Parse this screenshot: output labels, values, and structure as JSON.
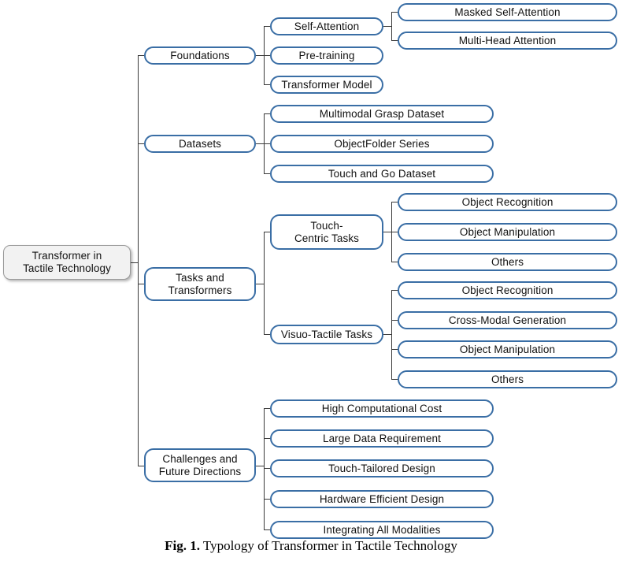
{
  "figure": {
    "caption_label": "Fig. 1.",
    "caption_text": " Typology of Transformer in Tactile Technology"
  },
  "colors": {
    "node_border": "#3a6ea5",
    "root_border": "#9a9a9a",
    "root_fill": "#f2f2f2",
    "node_fill": "#ffffff",
    "connector": "#3a3a3a",
    "text": "#111111"
  },
  "tree": {
    "root": {
      "label": "Transformer in\nTactile Technology"
    },
    "branches": [
      {
        "label": "Foundations",
        "children": [
          {
            "label": "Self-Attention",
            "children": [
              {
                "label": "Masked Self-Attention"
              },
              {
                "label": "Multi-Head Attention"
              }
            ]
          },
          {
            "label": "Pre-training",
            "children": []
          },
          {
            "label": "Transformer Model",
            "children": []
          }
        ]
      },
      {
        "label": "Datasets",
        "children": [
          {
            "label": "Multimodal Grasp Dataset",
            "children": []
          },
          {
            "label": "ObjectFolder Series",
            "children": []
          },
          {
            "label": "Touch and Go Dataset",
            "children": []
          }
        ]
      },
      {
        "label": "Tasks and\nTransformers",
        "children": [
          {
            "label": "Touch-\nCentric Tasks",
            "children": [
              {
                "label": "Object Recognition"
              },
              {
                "label": "Object Manipulation"
              },
              {
                "label": "Others"
              }
            ]
          },
          {
            "label": "Visuo-Tactile Tasks",
            "children": [
              {
                "label": "Object Recognition"
              },
              {
                "label": "Cross-Modal Generation"
              },
              {
                "label": "Object Manipulation"
              },
              {
                "label": "Others"
              }
            ]
          }
        ]
      },
      {
        "label": "Challenges and\nFuture Directions",
        "children": [
          {
            "label": "High Computational Cost",
            "children": []
          },
          {
            "label": "Large Data Requirement",
            "children": []
          },
          {
            "label": "Touch-Tailored Design",
            "children": []
          },
          {
            "label": "Hardware Efficient Design",
            "children": []
          },
          {
            "label": "Integrating All Modalities",
            "children": []
          }
        ]
      }
    ]
  }
}
